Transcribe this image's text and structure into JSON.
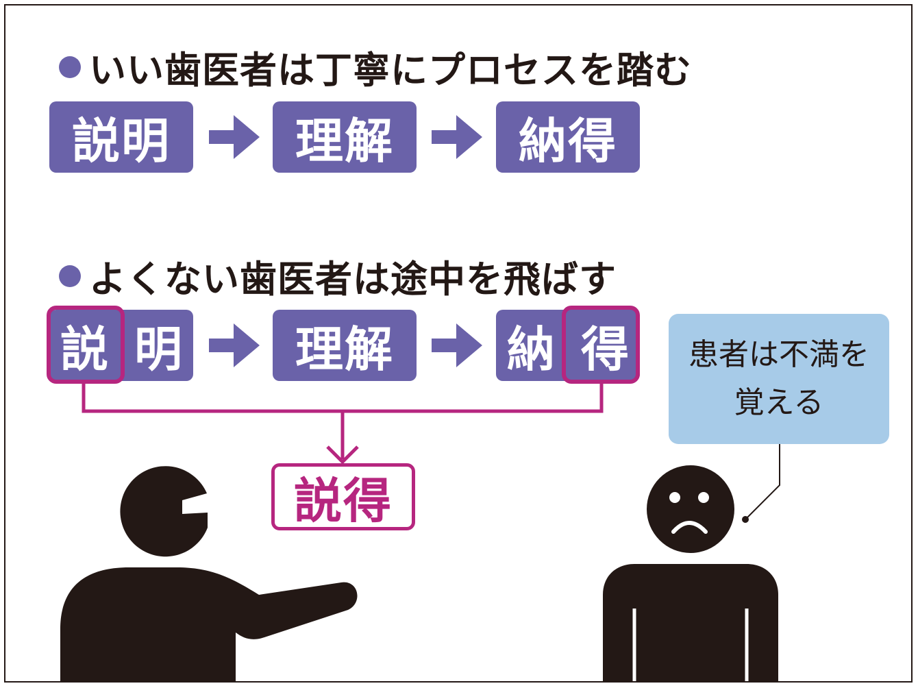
{
  "good": {
    "heading": "いい歯医者は丁寧にプロセスを踏む",
    "steps": [
      "説明",
      "理解",
      "納得"
    ]
  },
  "bad": {
    "heading": "よくない歯医者は途中を飛ばす",
    "step1": [
      "説",
      "明"
    ],
    "step2": "理解",
    "step3": [
      "納",
      "得"
    ],
    "result": "説得"
  },
  "patient_bubble": {
    "line1": "患者は不満を",
    "line2": "覚える"
  },
  "colors": {
    "box": "#6a62a9",
    "highlight": "#b6267f",
    "bubble": "#a7cbe8",
    "figure": "#231815"
  }
}
